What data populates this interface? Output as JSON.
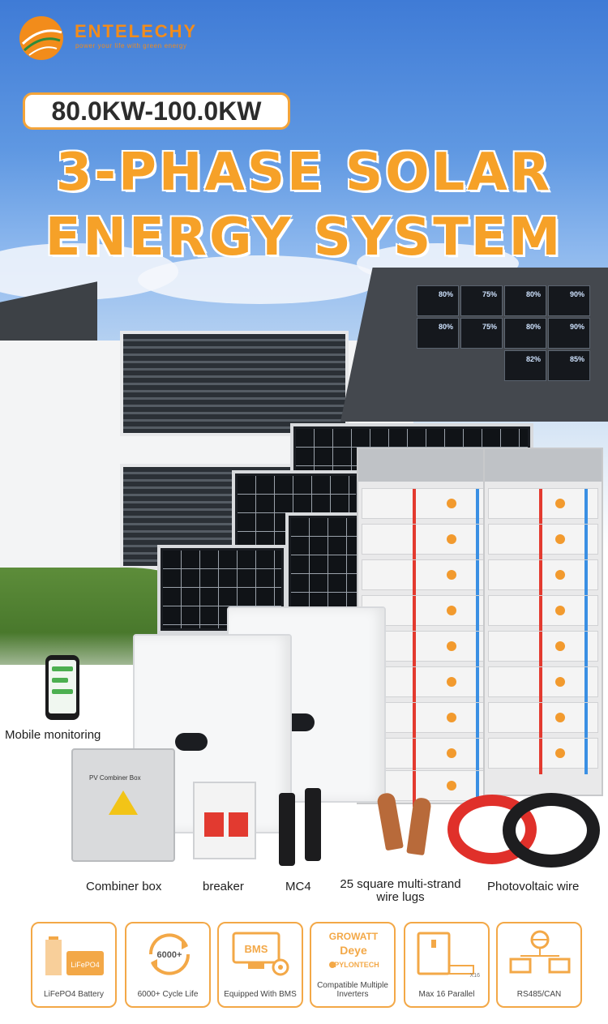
{
  "brand": {
    "name": "ENTELECHY",
    "slogan": "power your life with green energy",
    "accent": "#f28c1b"
  },
  "hero": {
    "power_range": "80.0KW-100.0KW",
    "title_line1": "3-PHASE SOLAR",
    "title_line2": "ENERGY SYSTEM",
    "title_color": "#f6a128"
  },
  "roof_panels": [
    "80%",
    "75%",
    "80%",
    "90%",
    "80%",
    "75%",
    "80%",
    "90%",
    "82%",
    "85%"
  ],
  "components": {
    "mobile": "Mobile monitoring",
    "combiner": "Combiner box",
    "combiner_tag": "PV Combiner Box",
    "breaker": "breaker",
    "mc4": "MC4",
    "lugs": "25 square multi-strand wire lugs",
    "pv_wire": "Photovoltaic wire"
  },
  "features": [
    {
      "icon": "battery-icon",
      "badge": "LiFePO4",
      "caption": "LiFePO4 Battery"
    },
    {
      "icon": "cycle-icon",
      "badge": "6000+",
      "caption": "6000+ Cycle Life"
    },
    {
      "icon": "bms-icon",
      "badge": "BMS",
      "caption": "Equipped With BMS"
    },
    {
      "icon": "inverter-brands-icon",
      "brands": [
        "GROWATT",
        "Deye",
        "PYLONTECH"
      ],
      "caption": "Compatible Multiple Inverters"
    },
    {
      "icon": "parallel-icon",
      "badge": "X16",
      "caption": "Max 16 Parallel"
    },
    {
      "icon": "network-icon",
      "caption": "RS485/CAN"
    }
  ]
}
